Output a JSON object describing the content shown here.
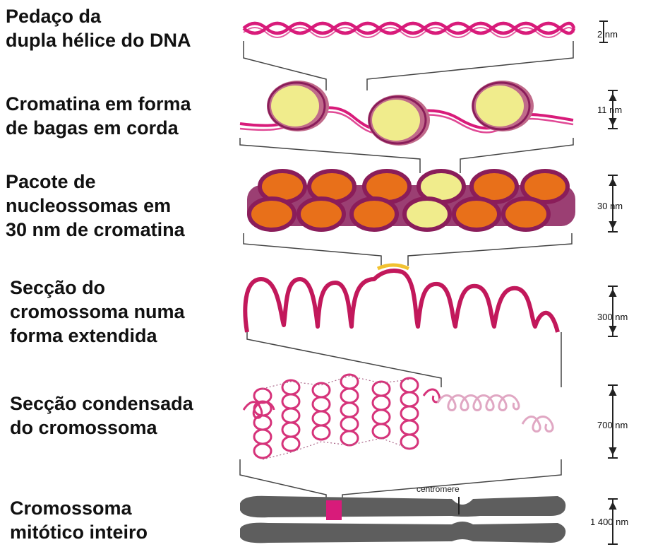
{
  "levels": [
    {
      "label_lines": [
        "Pedaço da",
        "dupla hélice do DNA"
      ],
      "scale": "2 nm"
    },
    {
      "label_lines": [
        "Cromatina em forma",
        "de bagas em corda"
      ],
      "scale": "11 nm"
    },
    {
      "label_lines": [
        "Pacote  de",
        "nucleossomas em",
        "30 nm de cromatina"
      ],
      "scale": "30 nm"
    },
    {
      "label_lines": [
        "Secção do",
        "cromossoma numa",
        "forma extendida"
      ],
      "scale": "300 nm"
    },
    {
      "label_lines": [
        "Secção condensada",
        "do cromossoma"
      ],
      "scale": "700 nm"
    },
    {
      "label_lines": [
        "Cromossoma",
        "mitótico inteiro"
      ],
      "scale": "1 400 nm"
    }
  ],
  "centromere_label": "centromere",
  "colors": {
    "dna": "#d81b7a",
    "histone_yellow": "#f0ec8c",
    "nucleosome_orange": "#e8701a",
    "nucleosome_rim": "#8a1d5a",
    "chromosome_gray": "#5e5e5e",
    "highlight_yellow": "#f2c230",
    "connector": "#333333"
  }
}
